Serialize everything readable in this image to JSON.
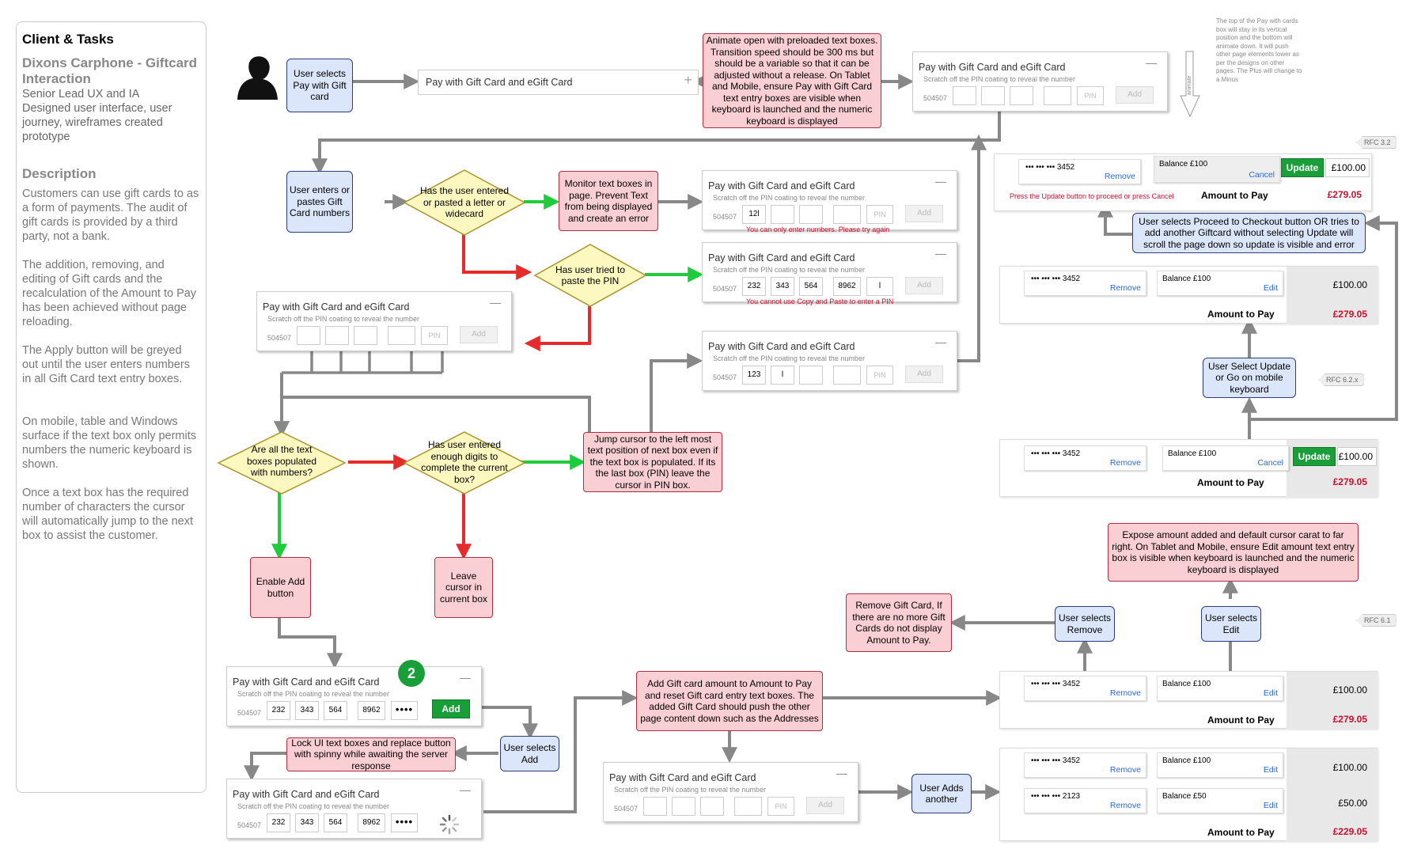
{
  "sidebar": {
    "heading": "Client & Tasks",
    "client_line1": "Dixons Carphone - Giftcard",
    "client_line2": "Interaction",
    "role_line1": "Senior Lead UX and IA",
    "role_line2": "Designed user interface, user",
    "role_line3": "journey, wireframes created",
    "role_line4": "prototype",
    "description_heading": "Description",
    "paragraphs": [
      "Customers can use gift cards to as a form of payments. The audit of gift cards is provided by a third party, not a bank.",
      "The addition, removing, and editing of Gift cards and the recalculation of the Amount to Pay has been achieved without page reloading.",
      "The Apply button will be greyed out until the user enters numbers in all Gift Card text entry boxes.",
      "On mobile, table and Windows surface if the text box only permits numbers the numeric keyboard is shown.",
      "Once a text box has the required number of characters the cursor will automatically jump to the next box to assist the customer."
    ]
  },
  "flow": {
    "user_selects_pay": "User selects Pay with Gift card",
    "collapsed_bar_title": "Pay with Gift Card and eGift Card",
    "collapsed_bar_plus": "+",
    "animate_note": "Animate open with preloaded text boxes. Transition speed should be 300 ms but should be a variable so that it can be adjusted without a release. On Tablet and Mobile, ensure Pay with Gift Card text entry boxes are visible when keyboard is launched and the numeric keyboard is displayed",
    "side_note": "The top of the Pay with cards box will stay in its vertical position and the bottom will animate down. It will push other page elements lower as per the designs on other pages. The Plus will change to a Minus",
    "arrow_label": "animate",
    "user_enters": "User enters or pastes Gift Card numbers",
    "has_letter": "Has the user entered or pasted a letter or widecard",
    "monitor": "Monitor text boxes in page. Prevent Text from being displayed and create an error",
    "tried_paste": "Has user tried to paste the PIN",
    "all_populated": "Are all the text boxes populated with numbers?",
    "enough_digits": "Has user entered enough digits to complete the current box?",
    "jump_cursor": "Jump cursor to the left most text position of next box even if the text box is populated. If its the last box (PIN) leave the cursor in PIN box.",
    "enable_add": "Enable Add button",
    "leave_cursor": "Leave cursor in current box",
    "user_selects_add": "User selects Add",
    "lock_ui": "Lock UI text boxes and replace button with spinny while awaiting the server response",
    "add_amount": "Add Gift card amount to Amount to Pay and reset Gift card entry text boxes. The added Gift Card should push the other page content down such as the Addresses",
    "user_adds_another": "User Adds another",
    "remove_card": "Remove Gift Card, If there are no more Gift Cards do not display Amount to Pay.",
    "user_selects_remove": "User selects Remove",
    "user_selects_edit": "User selects Edit",
    "expose_amount": "Expose amount added and default cursor carat to far right. On Tablet and Mobile, ensure Edit amount text entry box is visible when keyboard is launched and the numeric keyboard is displayed",
    "select_update": "User Select Update or Go on mobile keyboard",
    "proceed_checkout": "User selects Proceed to Checkout button OR tries to add another Giftcard without selecting Update will scroll the page down so update is visible and error",
    "badge": "2"
  },
  "pay_widget": {
    "title": "Pay with Gift Card and eGift Card",
    "minus": "—",
    "subtitle": "Scratch off the PIN coating to reveal the number",
    "prefix": "504507",
    "pin": "PIN",
    "add": "Add",
    "err_letters": "You can only enter numbers. Please try again",
    "err_paste": "You cannot use Copy and Paste to enter a PIN",
    "w_letter": {
      "b1": "12l"
    },
    "w_paste": {
      "b1": "232",
      "b2": "343",
      "b3": "564",
      "b4": "8962",
      "b5": "l"
    },
    "w_jump": {
      "b1": "123",
      "b2": "l"
    },
    "w_full": {
      "b1": "232",
      "b2": "343",
      "b3": "564",
      "b4": "8962",
      "b5": "••••"
    }
  },
  "rfc": {
    "a": "RFC 3.2",
    "b": "RFC 6.2.x",
    "c": "RFC 6.1"
  },
  "giftcards": {
    "card1": "••• ••• ••• 3452",
    "card2": "••• ••• ••• 2123",
    "balance100": "Balance £100",
    "balance50": "Balance £50",
    "remove": "Remove",
    "edit": "Edit",
    "cancel": "Cancel",
    "update": "Update",
    "amount100": "£100.00",
    "amount50": "£50.00",
    "atp_label": "Amount to Pay",
    "atp279": "£279.05",
    "atp229": "£229.05",
    "update_error": "Press the Update button to proceed or press Cancel"
  }
}
